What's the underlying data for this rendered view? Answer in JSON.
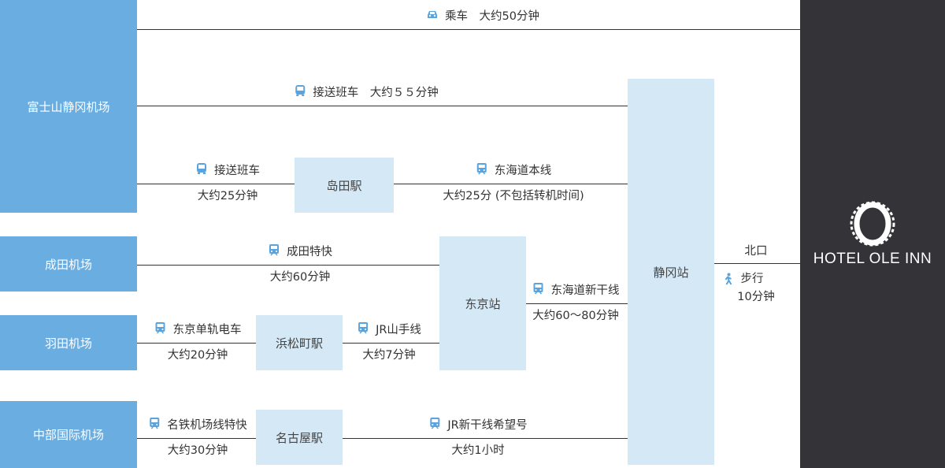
{
  "origins": {
    "fuji": "富士山静冈机场",
    "narita": "成田机场",
    "haneda": "羽田机场",
    "chubu": "中部国际机场"
  },
  "stations": {
    "shimada": "岛田駅",
    "tokyo": "东京站",
    "hamamatsucho": "浜松町駅",
    "nagoya": "名古屋駅",
    "shizuoka": "静冈站"
  },
  "hotel": {
    "name": "HOTEL OLE INN"
  },
  "colors": {
    "origin": "#6aade0",
    "station": "#d5e8f6",
    "hotel": "#333338",
    "icon": "#5ba3dc"
  },
  "routes": [
    {
      "icon": "car-icon",
      "top": "乘车　大约50分钟",
      "bottom": ""
    },
    {
      "icon": "bus-icon",
      "top": "接送班车　大约５５分钟",
      "bottom": ""
    },
    {
      "icon": "bus-icon",
      "top": "接送班车",
      "bottom": "大约25分钟"
    },
    {
      "icon": "train-icon",
      "top": "东海道本线",
      "bottom": "大约25分 (不包括转机时间)"
    },
    {
      "icon": "train-icon",
      "top": "成田特快",
      "bottom": "大约60分钟"
    },
    {
      "icon": "train-icon",
      "top": "东海道新干线",
      "bottom": "大约60～80分钟"
    },
    {
      "icon": "train-icon",
      "top": "东京单轨电车",
      "bottom": "大约20分钟"
    },
    {
      "icon": "train-icon",
      "top": "JR山手线",
      "bottom": "大约7分钟"
    },
    {
      "icon": "train-icon",
      "top": "名铁机场线特快",
      "bottom": "大约30分钟"
    },
    {
      "icon": "train-icon",
      "top": "JR新干线希望号",
      "bottom": "大约1小时"
    }
  ],
  "walk": {
    "exit": "北口",
    "mode": "步行",
    "time": "10分钟"
  }
}
